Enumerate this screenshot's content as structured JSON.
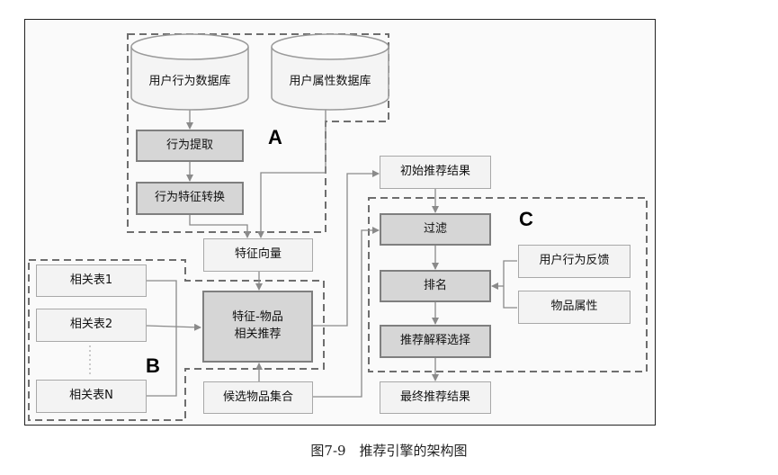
{
  "figure": {
    "caption": "图7-9　推荐引擎的架构图"
  },
  "regions": {
    "a": "A",
    "b": "B",
    "c": "C"
  },
  "nodes": {
    "user_behavior_db": "用户行为数据库",
    "user_attr_db": "用户属性数据库",
    "behavior_extract": "行为提取",
    "behavior_feature_transform": "行为特征转换",
    "feature_vector": "特征向量",
    "related_table_1": "相关表1",
    "related_table_2": "相关表2",
    "related_table_n": "相关表N",
    "feature_item_rec_line1": "特征-物品",
    "feature_item_rec_line2": "相关推荐",
    "candidate_items": "候选物品集合",
    "initial_results": "初始推荐结果",
    "filter": "过滤",
    "rank": "排名",
    "explain_select": "推荐解释选择",
    "final_results": "最终推荐结果",
    "user_feedback": "用户行为反馈",
    "item_attributes": "物品属性"
  },
  "colors": {
    "process_fill": "#d6d6d6",
    "box_fill": "#f3f3f3",
    "arrow": "#8a8a8a",
    "dashed": "#6e6e6e"
  }
}
